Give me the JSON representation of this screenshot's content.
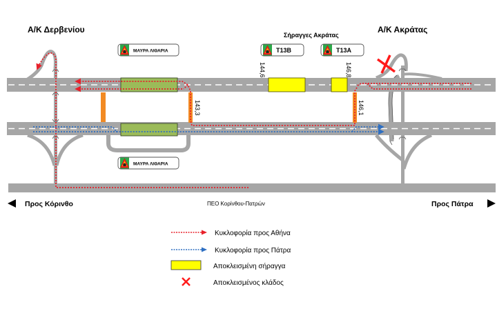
{
  "interchanges": {
    "left": "Α/Κ Δερβενίου",
    "right": "Α/Κ Ακράτας"
  },
  "tunnel_group_title": "Σήραγγες Ακράτας",
  "tunnel_signs": [
    {
      "id": "mavra-lithária-top",
      "label": "ΜΑΥΡΑ ΛΙΘΑΡΙΑ"
    },
    {
      "id": "t13b",
      "label": "Τ13Β"
    },
    {
      "id": "t13a",
      "label": "Τ13Α"
    },
    {
      "id": "mavra-lithária-bottom",
      "label": "ΜΑΥΡΑ ΛΙΘΑΡΙΑ"
    }
  ],
  "chainages": {
    "t13b_start": "144,6",
    "t13a_start": "146,8",
    "crossover_west": "143,3",
    "crossover_east": "146,1"
  },
  "directions": {
    "west": "Προς Κόρινθο",
    "east": "Προς Πάτρα",
    "old_road": "ΠΕΟ Κορίνθου-Πατρών"
  },
  "legend": [
    {
      "type": "red-route",
      "label": "Κυκλοφορία προς Αθήνα"
    },
    {
      "type": "blue-route",
      "label": "Κυκλοφορία προς Πάτρα"
    },
    {
      "type": "closed-tunnel",
      "label": "Αποκλεισμένη σήραγγα"
    },
    {
      "type": "closed-branch",
      "label": "Αποκλεισμένος κλάδος"
    }
  ],
  "colors": {
    "road": "#a6a6a6",
    "open_tunnel": "#9bbb59",
    "closed_tunnel": "#ffff00",
    "crossover": "#f28a23",
    "route_athens": "#e8202a",
    "route_patra": "#2e6fc2",
    "closed_mark": "#ff1a1a",
    "sign_green": "#2ea84a"
  }
}
